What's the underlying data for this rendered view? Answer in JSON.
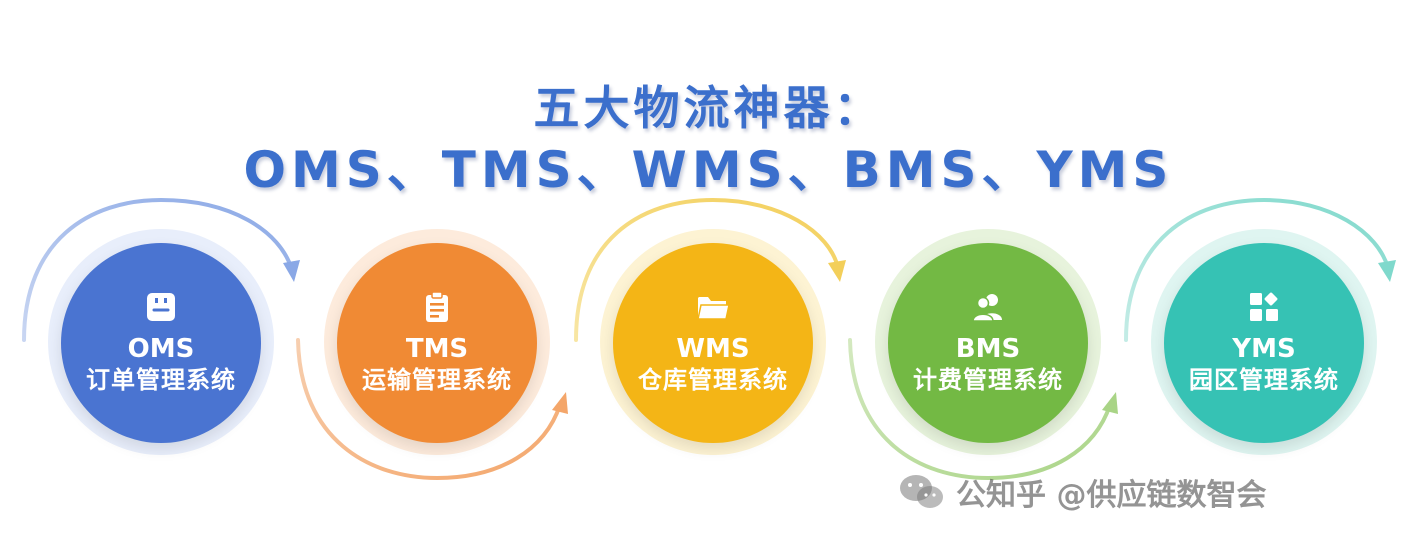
{
  "header": {
    "title": "五大物流神器：",
    "subtitle": "OMS、TMS、WMS、BMS、YMS"
  },
  "systems": [
    {
      "code": "OMS",
      "name": "订单管理系统",
      "icon": "wallet-icon",
      "color": "#4a74d1"
    },
    {
      "code": "TMS",
      "name": "运输管理系统",
      "icon": "clipboard-icon",
      "color": "#f08a34"
    },
    {
      "code": "WMS",
      "name": "仓库管理系统",
      "icon": "folder-icon",
      "color": "#f4b516"
    },
    {
      "code": "BMS",
      "name": "计费管理系统",
      "icon": "users-icon",
      "color": "#73b944"
    },
    {
      "code": "YMS",
      "name": "园区管理系统",
      "icon": "apps-icon",
      "color": "#36c2b4"
    }
  ],
  "watermark": {
    "text": "公知乎 @供应链数智会",
    "icon": "wechat-icon"
  }
}
